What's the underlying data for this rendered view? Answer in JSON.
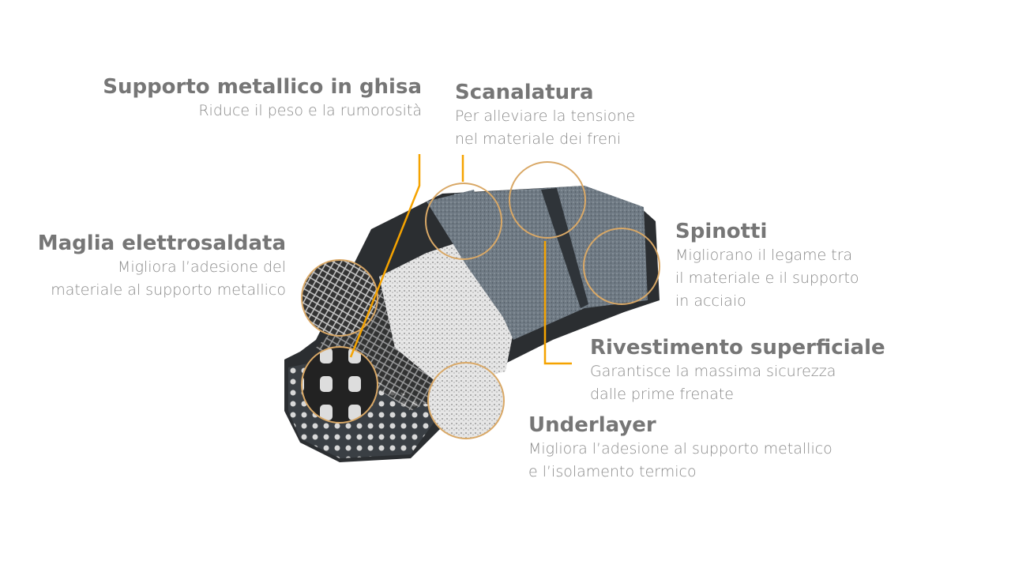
{
  "labels": {
    "supporto": {
      "title": "Supporto metallico in ghisa",
      "desc": [
        "Riduce il peso e la rumorosità"
      ]
    },
    "scanalatura": {
      "title": "Scanalatura",
      "desc": [
        "Per alleviare la tensione",
        "nel materiale dei freni"
      ]
    },
    "maglia": {
      "title": "Maglia elettrosaldata",
      "desc": [
        "Migliora l’adesione del",
        "materiale al supporto metallico"
      ]
    },
    "spinotti": {
      "title": "Spinotti",
      "desc": [
        "Migliorano il legame tra",
        "il materiale e il supporto",
        "in acciaio"
      ]
    },
    "rivestimento": {
      "title": "Rivestimento superficiale",
      "desc": [
        "Garantisce la massima sicurezza",
        "dalle prime frenate"
      ]
    },
    "underlayer": {
      "title": "Underlayer",
      "desc": [
        "Migliora l’adesione al supporto metallico",
        "e l’isolamento termico"
      ]
    }
  },
  "colors": {
    "accent": "#f5a300",
    "circle": "#d9a866",
    "heading": "#767676",
    "text": "#8a8a8a"
  }
}
